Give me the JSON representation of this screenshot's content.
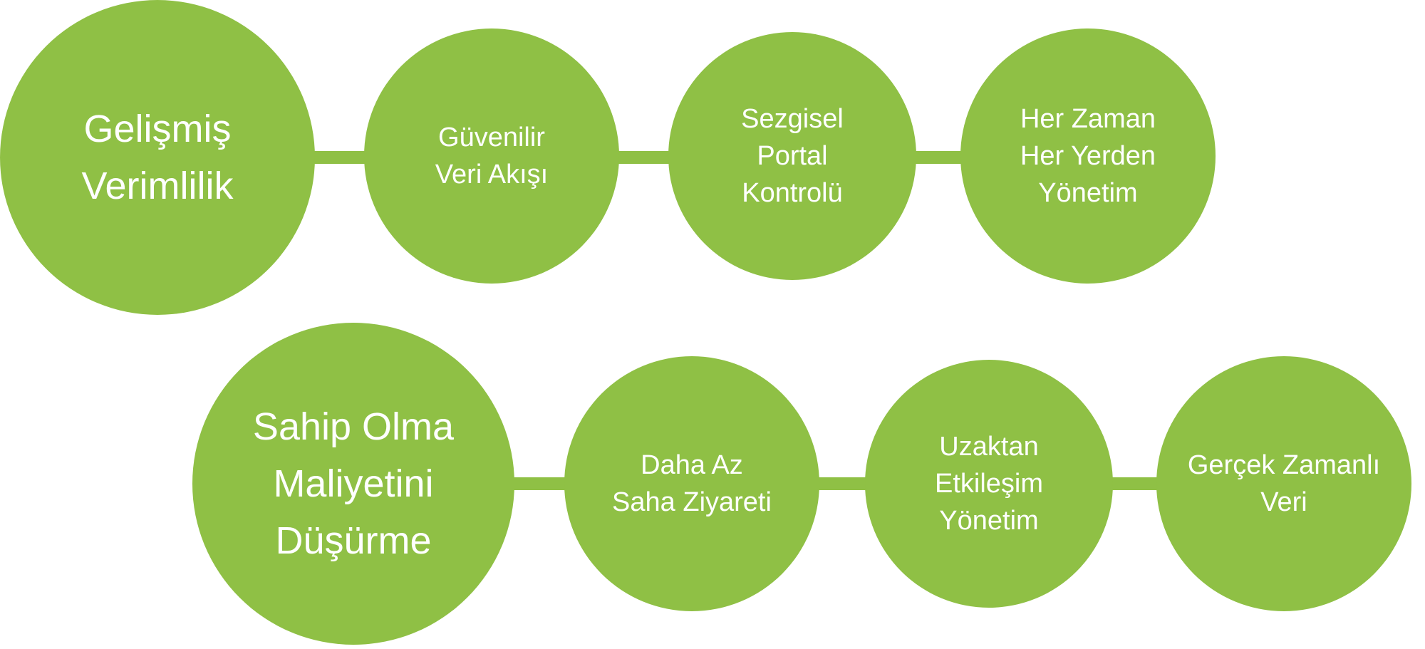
{
  "colors": {
    "node": "#8fc045",
    "text": "#ffffff"
  },
  "rows": [
    {
      "main": "Gelişmiş\nVerimlilik",
      "items": [
        "Güvenilir\nVeri Akışı",
        "Sezgisel\nPortal\nKontrolü",
        "Her Zaman\nHer Yerden\nYönetim"
      ]
    },
    {
      "main": "Sahip Olma\nMaliyetini\nDüşürme",
      "items": [
        "Daha Az\nSaha Ziyareti",
        "Uzaktan\nEtkileşim\nYönetim",
        "Gerçek Zamanlı\nVeri"
      ]
    }
  ]
}
